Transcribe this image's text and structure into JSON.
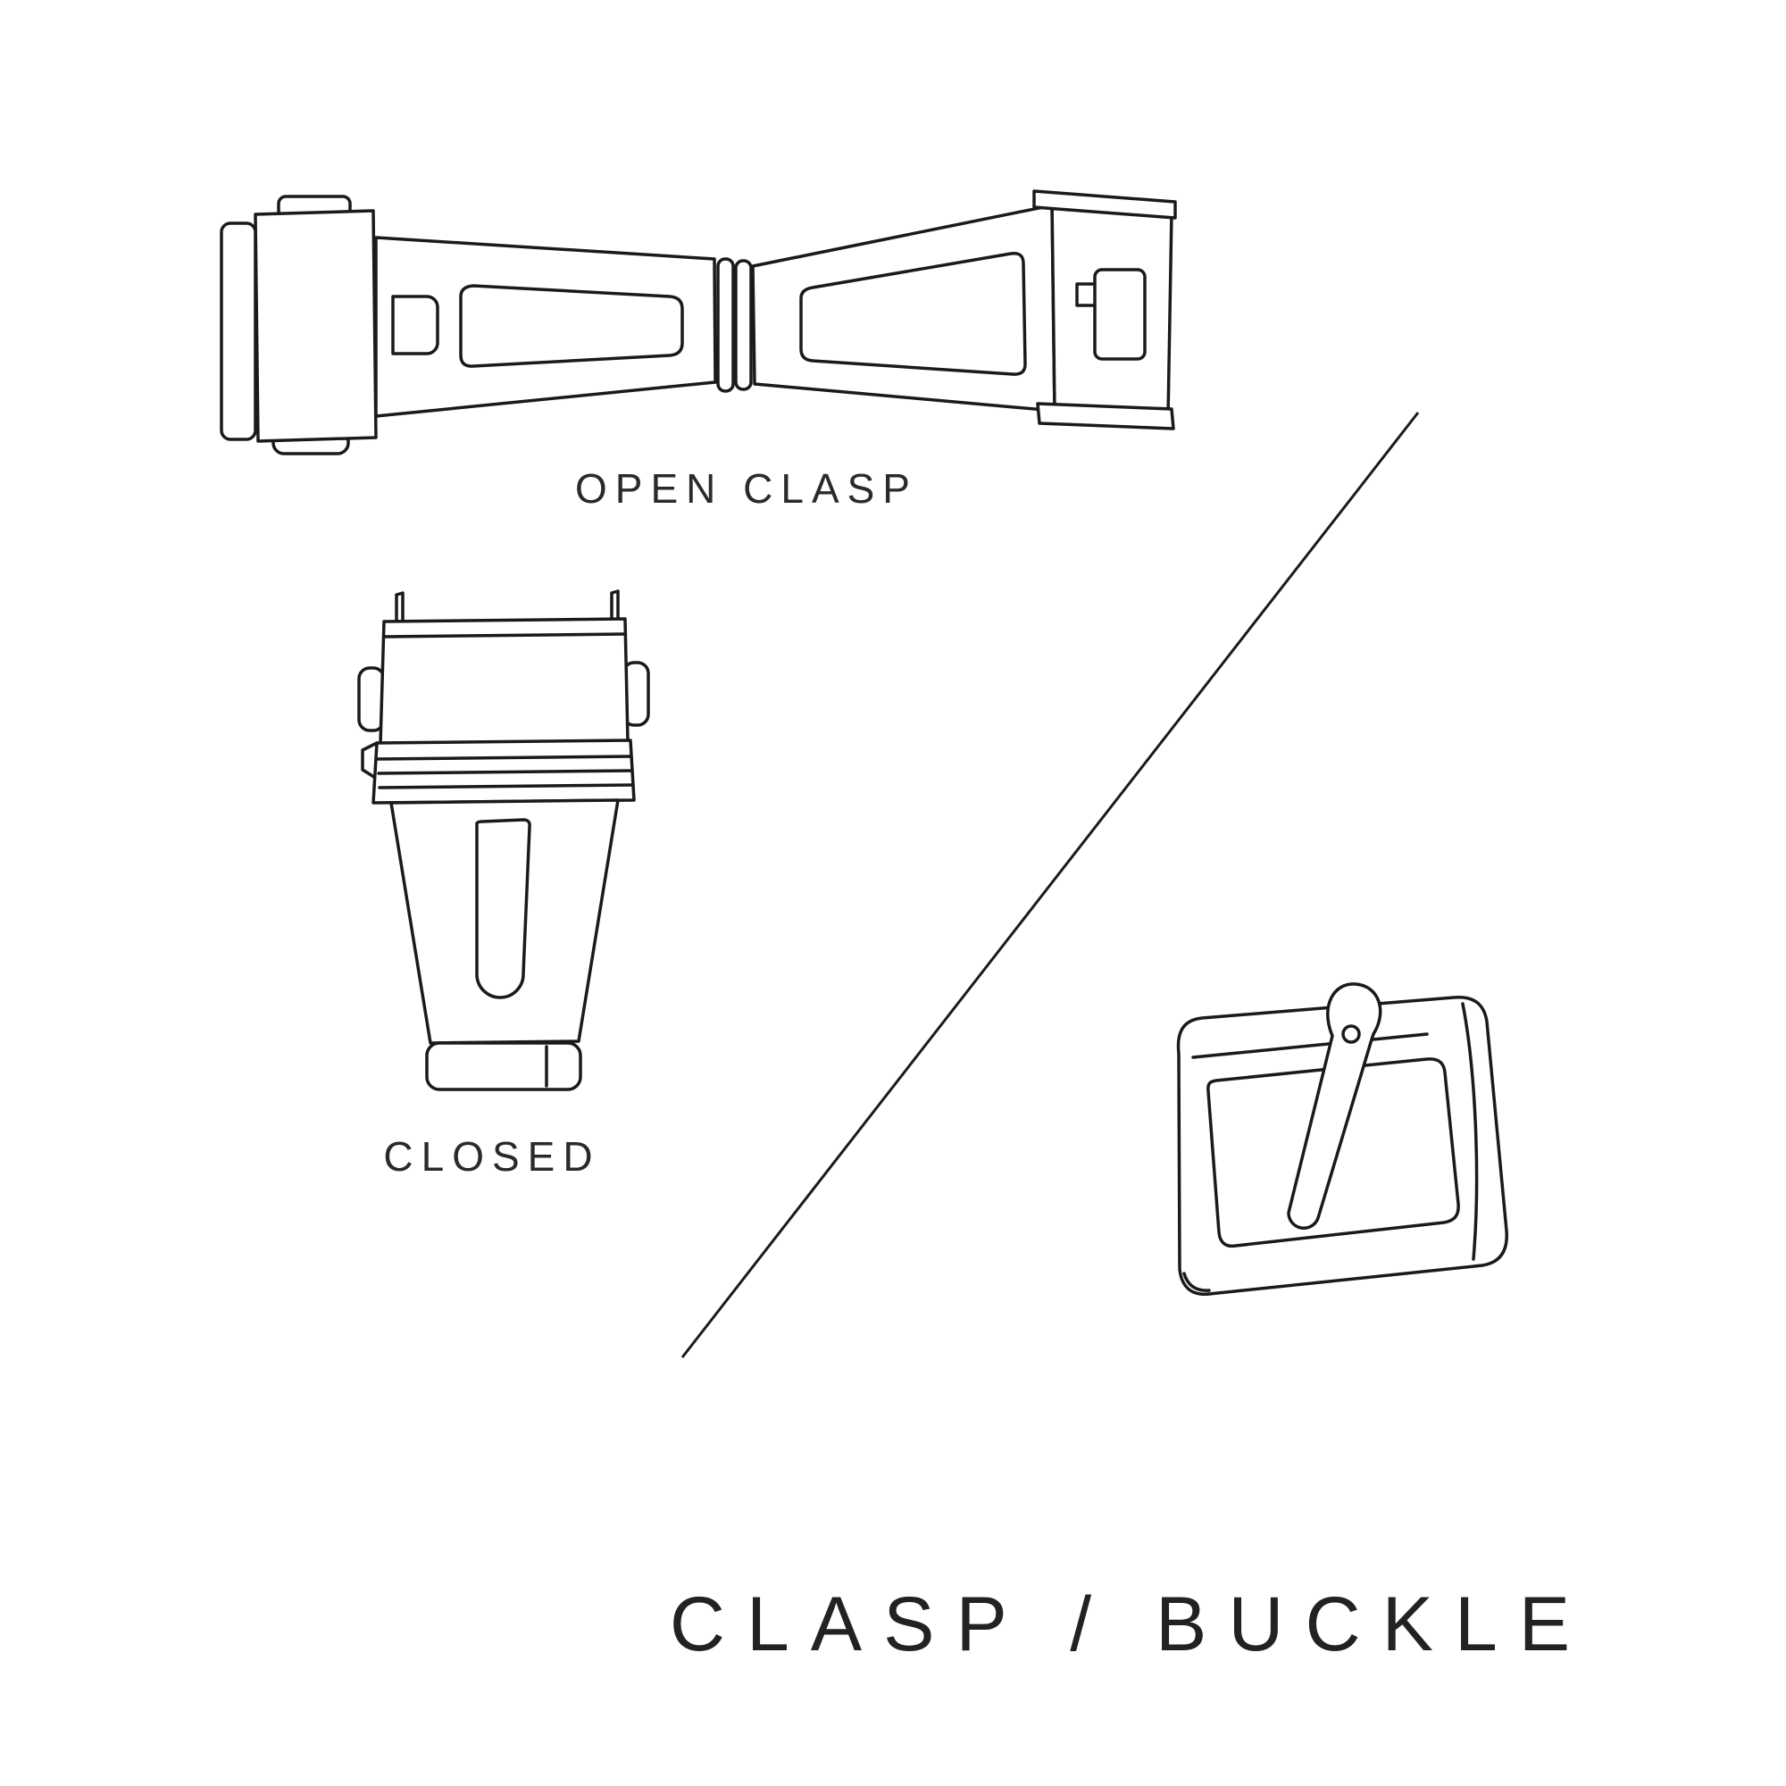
{
  "page": {
    "background_color": "#ffffff",
    "ink_color": "#1a1a1a"
  },
  "labels": {
    "open_clasp": "OPEN CLASP",
    "closed": "CLOSED",
    "title": "CLASP / BUCKLE"
  },
  "illustrations": {
    "open_clasp": "open-clasp-line-drawing",
    "closed_clasp": "closed-clasp-line-drawing",
    "buckle": "tang-buckle-line-drawing",
    "divider": "diagonal-divider-line"
  }
}
